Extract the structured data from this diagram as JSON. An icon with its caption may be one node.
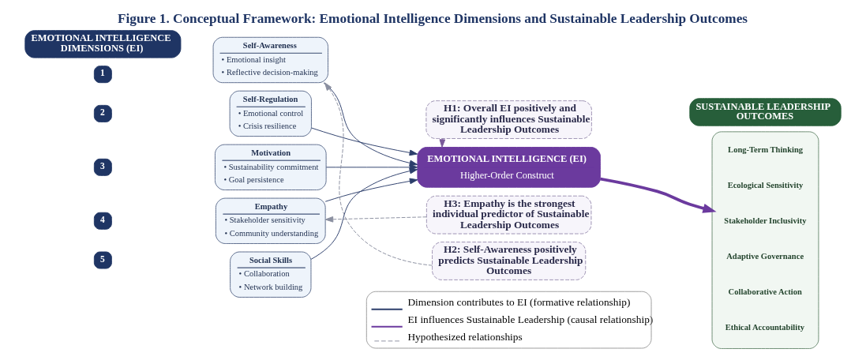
{
  "diagram": {
    "title": "Figure 1. Conceptual Framework: Emotional Intelligence Dimensions and Sustainable Leadership Outcomes",
    "nodes": [
      {
        "text": [
          "EMOTIONAL INTELLIGENCE DIMENSIONS (EI)"
        ]
      },
      {
        "text": [
          "1"
        ]
      },
      {
        "text": [
          "Self-Awareness",
          "• Emotional insight",
          "• Reflective decision-making"
        ]
      },
      {
        "text": [
          "2"
        ]
      },
      {
        "text": [
          "Self-Regulation",
          "• Emotional control",
          "• Crisis resilience"
        ]
      },
      {
        "text": [
          "3"
        ]
      },
      {
        "text": [
          "Motivation",
          "• Sustainability commitment",
          "• Goal persistence"
        ]
      },
      {
        "text": [
          "4"
        ]
      },
      {
        "text": [
          "Empathy",
          "• Stakeholder sensitivity",
          "• Community understanding"
        ]
      },
      {
        "text": [
          "5"
        ]
      },
      {
        "text": [
          "Social Skills",
          "• Collaboration",
          "• Network building"
        ]
      },
      {
        "text": [
          "H1: Overall EI positively and significantly influences Sustainable Leadership Outcomes"
        ]
      },
      {
        "text": [
          "EMOTIONAL INTELLIGENCE (EI)",
          "Higher-Order Construct"
        ]
      },
      {
        "text": [
          "H3: Empathy is the strongest individual predictor of Sustainable Leadership Outcomes"
        ]
      },
      {
        "text": [
          "H2: Self-Awareness positively predicts Sustainable Leadership Outcomes"
        ]
      },
      {
        "text": [
          "SUSTAINABLE LEADERSHIP OUTCOMES"
        ]
      },
      {
        "text": [],
        "shape": "box"
      },
      {
        "text": [
          "Long-Term Thinking"
        ],
        "in": 16
      },
      {
        "text": [
          "Ecological Sensitivity"
        ],
        "in": 16
      },
      {
        "text": [
          "Stakeholder Inclusivity"
        ],
        "in": 16
      },
      {
        "text": [
          "Adaptive Governance"
        ],
        "in": 16
      },
      {
        "text": [
          "Collaborative Action"
        ],
        "in": 16
      },
      {
        "text": [
          "Ethical Accountability"
        ],
        "in": 16
      }
    ],
    "edges": [
      {
        "from": 2,
        "to": 12,
        "arrow": "to"
      },
      {
        "from": 4,
        "to": 12,
        "arrow": "to"
      },
      {
        "from": 6,
        "to": 12,
        "arrow": "to"
      },
      {
        "from": 8,
        "to": 12,
        "arrow": "to"
      },
      {
        "from": 10,
        "to": 12,
        "arrow": "to"
      },
      {
        "from": 11,
        "to": 12,
        "arrow": "to",
        "style": "dashed",
        "color": "#7a5a9a"
      },
      {
        "from": 12,
        "to": 16,
        "arrow": "to",
        "style": "thick",
        "color": "#6b3a9e"
      },
      {
        "from": 13,
        "to": 8,
        "arrow": "to",
        "style": "dashed",
        "color": "#8a8fa0"
      },
      {
        "from": 14,
        "to": 2,
        "arrow": "to",
        "style": "dashed",
        "color": "#8a8fa0"
      }
    ],
    "legend": [
      {
        "text": "Dimension contributes to EI (formative relationship)"
      },
      {
        "text": "EI influences Sustainable Leadership (causal relationship)"
      },
      {
        "text": "Hypothesized relationships"
      }
    ]
  }
}
